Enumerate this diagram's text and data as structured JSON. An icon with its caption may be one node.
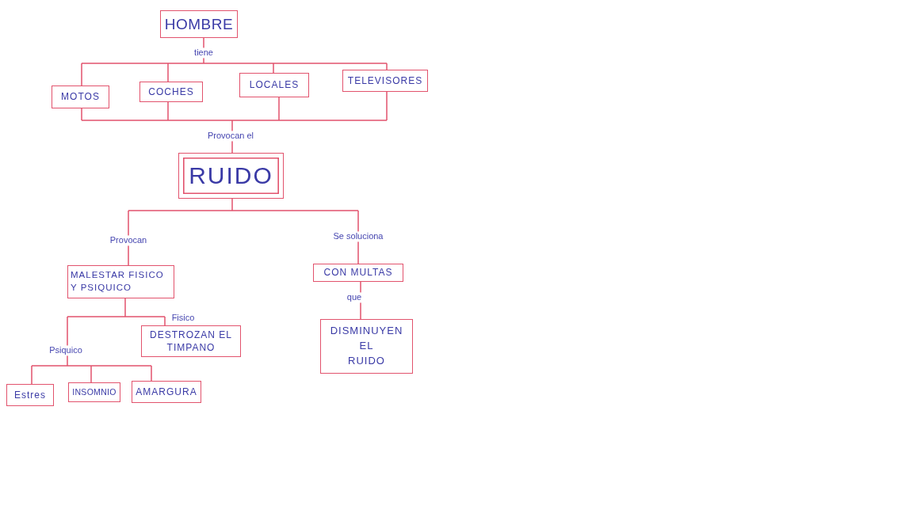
{
  "diagram": {
    "nodes": [
      {
        "text": [
          "HOMBRE"
        ]
      },
      {
        "text": [
          "MOTOS"
        ]
      },
      {
        "text": [
          "COCHES"
        ]
      },
      {
        "text": [
          "LOCALES"
        ]
      },
      {
        "text": [
          "TELEVISORES"
        ]
      },
      {
        "text": [
          "RUIDO"
        ]
      },
      {
        "text": [
          "MALESTAR FISICO Y PSIQUICO"
        ]
      },
      {
        "text": [
          "CON MULTAS"
        ]
      },
      {
        "text": [
          "DESTROZAN EL TIMPANO"
        ]
      },
      {
        "text": [
          "DISMINUYEN EL RUIDO"
        ]
      },
      {
        "text": [
          "Estres"
        ]
      },
      {
        "text": [
          "INSOMNIO"
        ]
      },
      {
        "text": [
          "AMARGURA"
        ]
      }
    ],
    "edges": [
      {
        "from": 0,
        "to": 1,
        "arrow": "none",
        "label": "tiene"
      },
      {
        "from": 0,
        "to": 2,
        "arrow": "none"
      },
      {
        "from": 0,
        "to": 3,
        "arrow": "none"
      },
      {
        "from": 0,
        "to": 4,
        "arrow": "none"
      },
      {
        "from": 1,
        "to": 5,
        "arrow": "none",
        "label": "Provocan el"
      },
      {
        "from": 2,
        "to": 5,
        "arrow": "none"
      },
      {
        "from": 3,
        "to": 5,
        "arrow": "none"
      },
      {
        "from": 4,
        "to": 5,
        "arrow": "none"
      },
      {
        "from": 5,
        "to": 6,
        "arrow": "none",
        "label": "Provocan"
      },
      {
        "from": 5,
        "to": 7,
        "arrow": "none",
        "label": "Se soluciona"
      },
      {
        "from": 7,
        "to": 9,
        "arrow": "none",
        "label": "que"
      },
      {
        "from": 6,
        "to": 8,
        "arrow": "none",
        "label": "Fisico"
      },
      {
        "from": 6,
        "to": 10,
        "arrow": "none",
        "label": "Psiquico"
      },
      {
        "from": 6,
        "to": 11,
        "arrow": "none"
      },
      {
        "from": 6,
        "to": 12,
        "arrow": "none"
      }
    ]
  }
}
